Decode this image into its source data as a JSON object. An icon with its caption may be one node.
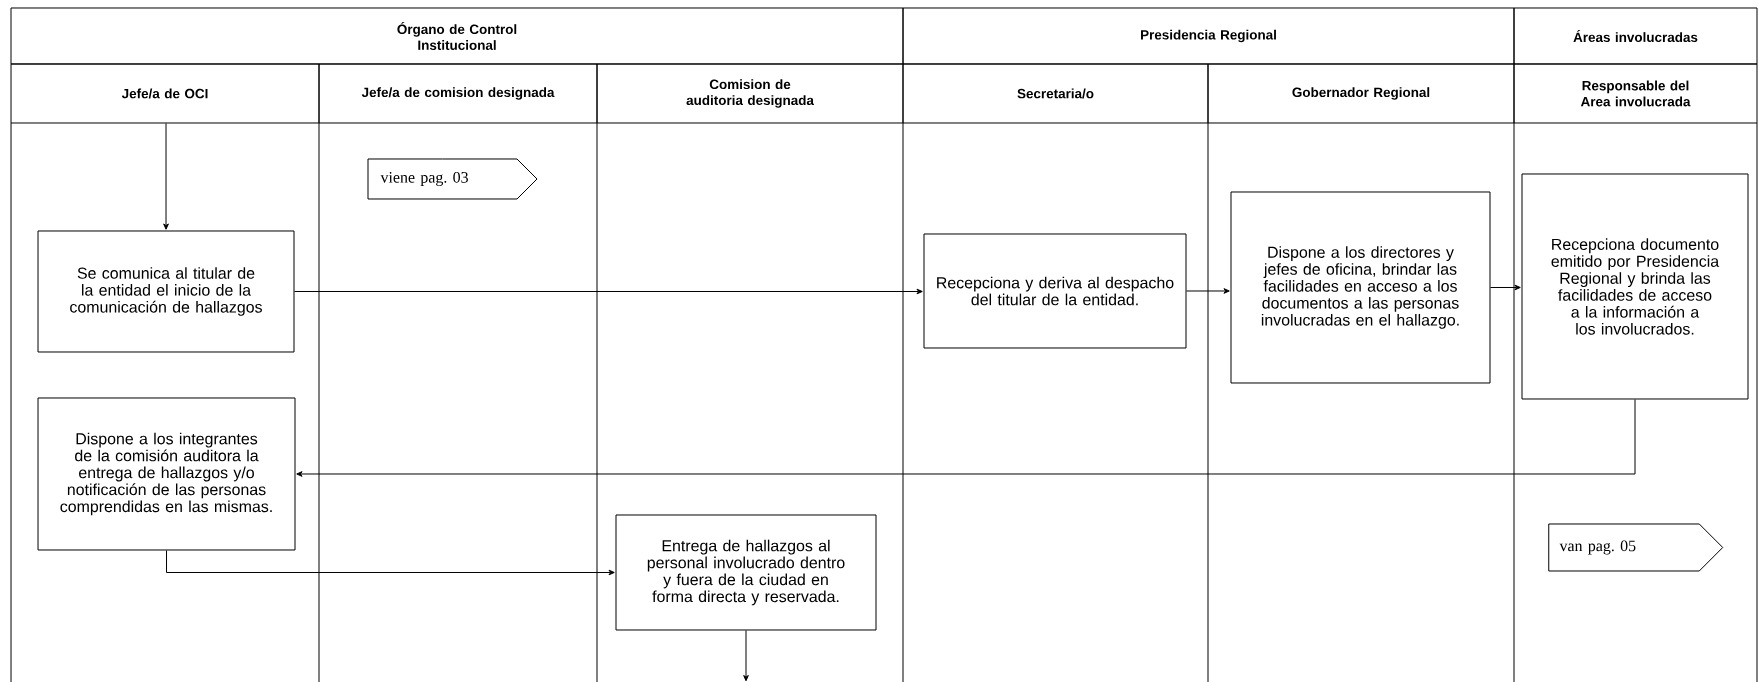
{
  "diagram": {
    "nodes": [
      {
        "text": [
          "Órgano de Control Institucional"
        ]
      },
      {
        "text": [
          "Presidencia Regional"
        ]
      },
      {
        "text": [
          "Áreas involucradas"
        ]
      },
      {
        "text": [
          "Jefe/a de OCI"
        ]
      },
      {
        "text": [
          "Jefe/a de comision designada"
        ]
      },
      {
        "text": [
          "Comision de auditoria designada"
        ]
      },
      {
        "text": [
          "Secretaria/o"
        ]
      },
      {
        "text": [
          "Gobernador Regional"
        ]
      },
      {
        "text": [
          "Responsable del Area involucrada"
        ]
      },
      {
        "text": [
          "viene pag. 03"
        ]
      },
      {
        "text": [
          "Se comunica al titular de la entidad el inicio de la comunicación de hallazgos"
        ]
      },
      {
        "text": [
          "Recepciona y deriva al despacho del titular de la entidad."
        ]
      },
      {
        "text": [
          "Dispone a los directores y jefes de oficina, brindar las facilidades en acceso a los documentos a las personas involucradas en el hallazgo."
        ]
      },
      {
        "text": [
          "Recepciona documento emitido por Presidencia Regional y brinda las facilidades de acceso a la información a los involucrados."
        ]
      },
      {
        "text": [
          "Dispone a los integrantes de la comisión auditora la entrega de hallazgos y/o notificación de las personas comprendidas en las mismas."
        ]
      },
      {
        "text": [
          "Entrega de hallazgos al personal involucrado dentro y fuera de la ciudad en forma directa y reservada."
        ]
      },
      {
        "text": [
          "van pag. 05"
        ]
      }
    ],
    "edges": [
      {
        "from": 3,
        "to": 10,
        "arrow": "to"
      },
      {
        "from": 10,
        "to": 11,
        "arrow": "to"
      },
      {
        "from": 11,
        "to": 12,
        "arrow": "to"
      },
      {
        "from": 12,
        "to": 13,
        "arrow": "to"
      },
      {
        "from": 13,
        "to": 14,
        "arrow": "to"
      },
      {
        "from": 14,
        "to": 15,
        "arrow": "to"
      },
      {
        "from": 15,
        "to": null,
        "arrow": "to"
      }
    ]
  }
}
